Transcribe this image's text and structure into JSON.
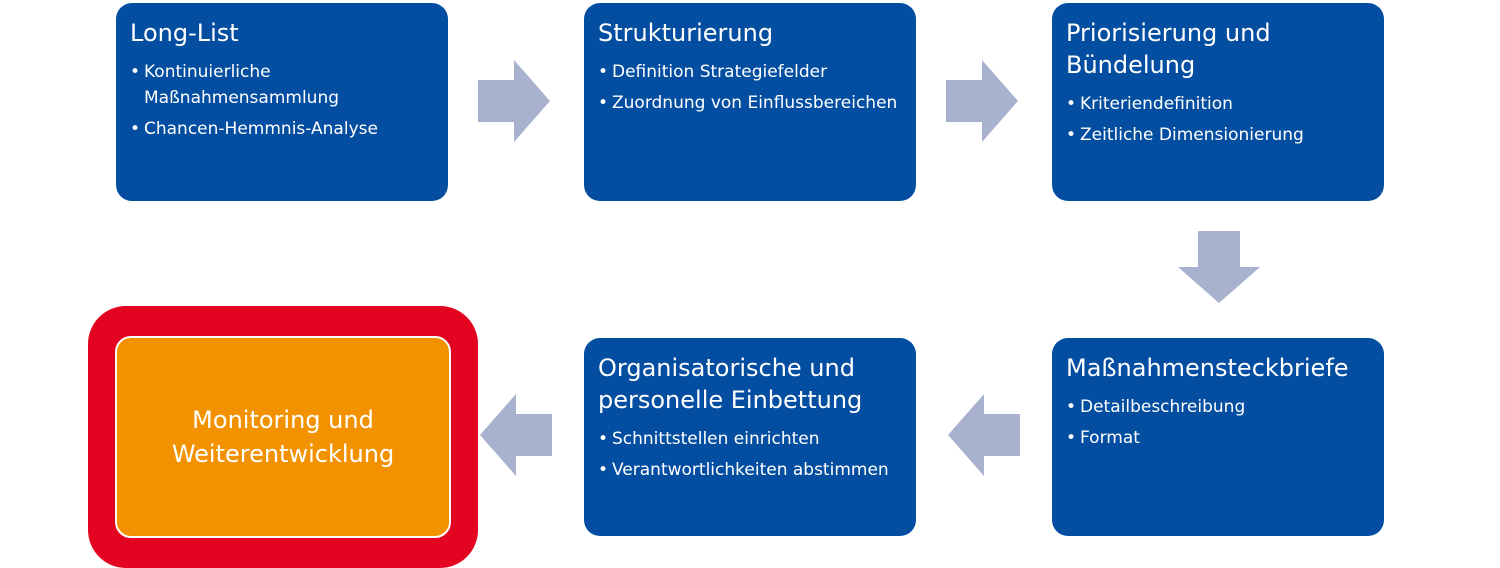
{
  "colors": {
    "box_blue": "#044ea1",
    "arrow": "#a8b2ce",
    "final_fill": "#f39200",
    "final_frame": "#e30422"
  },
  "steps": [
    {
      "title": "Long-List",
      "bullets": [
        "Kontinuierliche Maßnahmensammlung",
        "Chancen-Hemmnis-Analyse"
      ]
    },
    {
      "title": "Strukturierung",
      "bullets": [
        "Definition Strategiefelder",
        "Zuordnung von Einflussbereichen"
      ]
    },
    {
      "title": "Priorisierung und Bündelung",
      "bullets": [
        "Kriteriendefinition",
        "Zeitliche Dimensionierung"
      ]
    },
    {
      "title": "Maßnahmensteckbriefe",
      "bullets": [
        "Detailbeschreibung",
        "Format"
      ]
    },
    {
      "title": "Organisatorische und personelle Einbettung",
      "bullets": [
        "Schnittstellen einrichten",
        "Verantwortlichkeiten abstimmen"
      ]
    }
  ],
  "final_step": {
    "title": "Monitoring und\nWeiterentwicklung"
  }
}
